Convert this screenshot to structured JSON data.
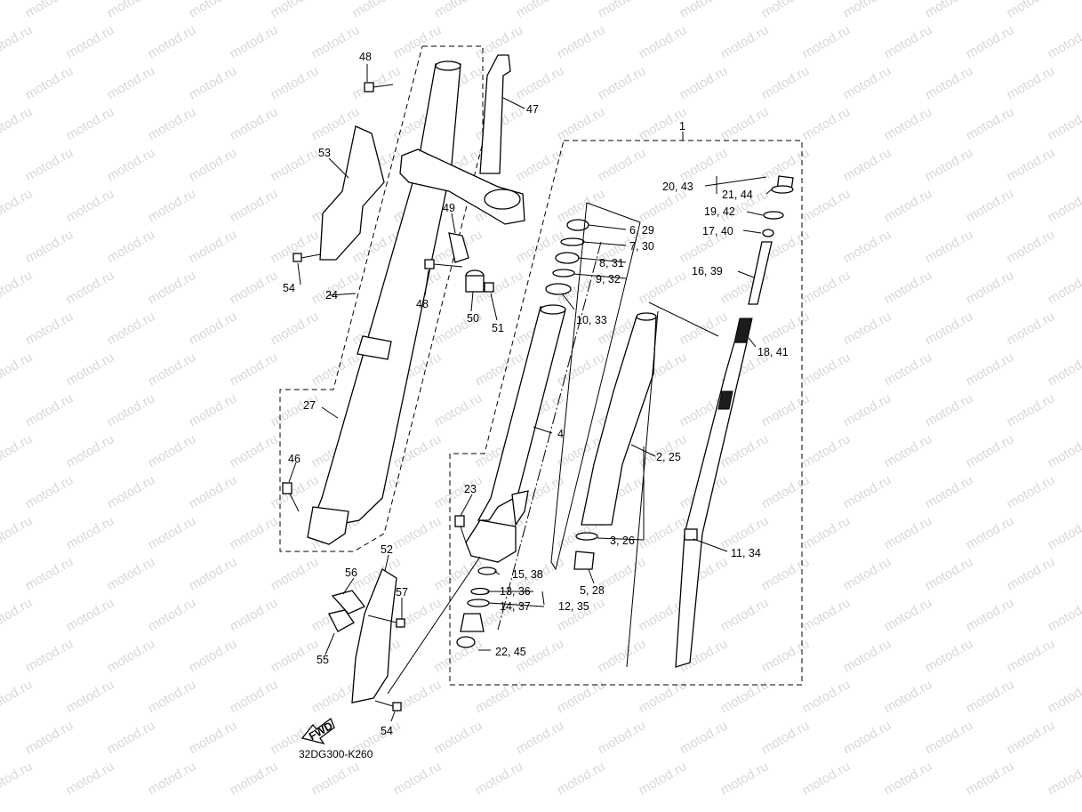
{
  "watermark": "motod.ru",
  "diagram_code": "32DG300-K260",
  "fwd_label": "FWD",
  "callouts": {
    "c1": "1",
    "c2": "2, 25",
    "c3": "3, 26",
    "c4": "4",
    "c5": "5, 28",
    "c6": "6, 29",
    "c7": "7, 30",
    "c8": "8, 31",
    "c9": "9, 32",
    "c10": "10, 33",
    "c11": "11, 34",
    "c12": "12, 35",
    "c13": "13, 36",
    "c14": "14, 37",
    "c15": "15, 38",
    "c16": "16, 39",
    "c17": "17, 40",
    "c18": "18, 41",
    "c19": "19, 42",
    "c20": "20, 43",
    "c21": "21, 44",
    "c22": "22, 45",
    "c23": "23",
    "c24": "24",
    "c27": "27",
    "c46": "46",
    "c47": "47",
    "c48a": "48",
    "c48b": "48",
    "c49": "49",
    "c50": "50",
    "c51": "51",
    "c52": "52",
    "c53": "53",
    "c54a": "54",
    "c54b": "54",
    "c55": "55",
    "c56": "56",
    "c57": "57"
  }
}
